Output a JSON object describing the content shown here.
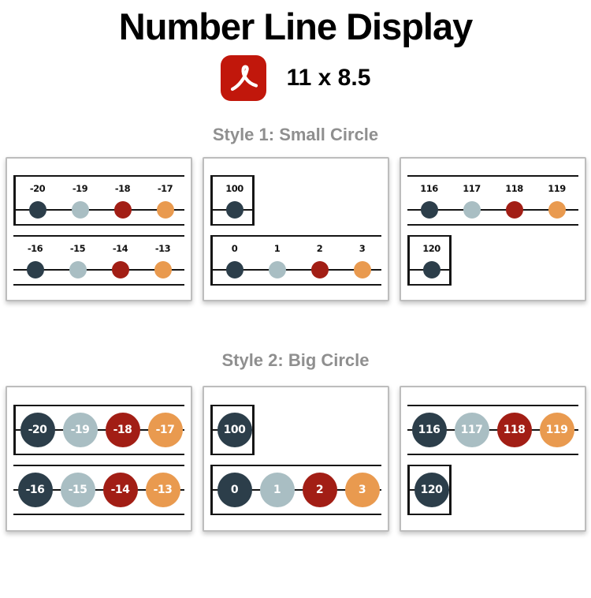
{
  "header": {
    "title": "Number Line Display",
    "pdf_icon": "adobe-acrobat-pdf-icon",
    "page_size_label": "11 x 8.5"
  },
  "palette": {
    "circle_cycle": [
      "#2c3e4a",
      "#a9bec3",
      "#a21e15",
      "#e99a4f"
    ],
    "circle_number_text": "#ffffff",
    "line_color": "#151515",
    "label_color": "#111111",
    "heading_color": "#8f8f8f",
    "pdf_red": "#c1170b",
    "panel_border": "#bdbdbd"
  },
  "sections": [
    {
      "heading": "Style 1: Small Circle",
      "circle_style": "small",
      "panels": [
        {
          "rows": [
            {
              "numbers": [
                "-20",
                "-19",
                "-18",
                "-17"
              ],
              "frame": "left"
            },
            {
              "numbers": [
                "-16",
                "-15",
                "-14",
                "-13"
              ],
              "frame": "none"
            }
          ]
        },
        {
          "rows": [
            {
              "numbers": [
                "100"
              ],
              "frame": "box"
            },
            {
              "numbers": [
                "0",
                "1",
                "2",
                "3"
              ],
              "frame": "left"
            }
          ]
        },
        {
          "rows": [
            {
              "numbers": [
                "116",
                "117",
                "118",
                "119"
              ],
              "frame": "none"
            },
            {
              "numbers": [
                "120"
              ],
              "frame": "box"
            }
          ]
        }
      ]
    },
    {
      "heading": "Style 2: Big Circle",
      "circle_style": "big",
      "panels": [
        {
          "rows": [
            {
              "numbers": [
                "-20",
                "-19",
                "-18",
                "-17"
              ],
              "frame": "left"
            },
            {
              "numbers": [
                "-16",
                "-15",
                "-14",
                "-13"
              ],
              "frame": "none"
            }
          ]
        },
        {
          "rows": [
            {
              "numbers": [
                "100"
              ],
              "frame": "box"
            },
            {
              "numbers": [
                "0",
                "1",
                "2",
                "3"
              ],
              "frame": "left"
            }
          ]
        },
        {
          "rows": [
            {
              "numbers": [
                "116",
                "117",
                "118",
                "119"
              ],
              "frame": "none"
            },
            {
              "numbers": [
                "120"
              ],
              "frame": "box"
            }
          ]
        }
      ]
    }
  ]
}
